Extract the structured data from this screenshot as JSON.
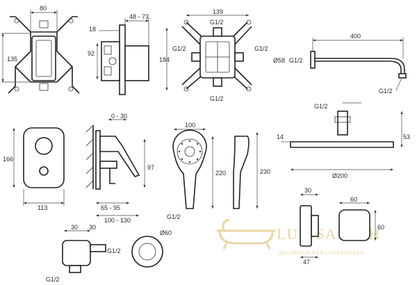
{
  "colors": {
    "line": "#222222",
    "watermark": "#e7d6a6",
    "background": "#ffffff"
  },
  "views": {
    "box_front": {
      "width": "80",
      "height": "135"
    },
    "box_side": {
      "depth_range": "48 - 73",
      "offset_top": "18",
      "height": "92"
    },
    "box_back": {
      "width": "139",
      "height": "184",
      "thread_top": "G1/2",
      "thread_left": "G1/2",
      "thread_right": "G1/2",
      "thread_bottom": "G1/2"
    },
    "shower_arm": {
      "length": "400",
      "flange": "Ø58",
      "thread_flange": "G1/2",
      "thread_end": "G1/2"
    },
    "mixer_plate": {
      "width": "113",
      "height": "166"
    },
    "mixer_side": {
      "wall_range": "0 - 30",
      "range1": "65 - 95",
      "range2": "100 - 130",
      "height": "97"
    },
    "hand_shower": {
      "head_width": "100",
      "length": "220",
      "thread": "G1/2"
    },
    "hand_shower_side": {
      "length": "230"
    },
    "rain_shower": {
      "thread": "G1/2",
      "neck": "14",
      "height": "53",
      "diameter": "Ø200"
    },
    "wall_elbow": {
      "dim_a": "30",
      "dim_b": "30",
      "thread_side": "G1/2",
      "thread_bottom": "G1/2",
      "flange": "Ø60"
    },
    "holder": {
      "dim_top": "30",
      "dim_bottom": "47",
      "square_w": "60",
      "square_h": "60"
    }
  },
  "watermark": {
    "brand": "LUX-SANTEH",
    "tagline": "ДИЗАЙНЕРСКАЯ САНТЕХНИКА"
  }
}
